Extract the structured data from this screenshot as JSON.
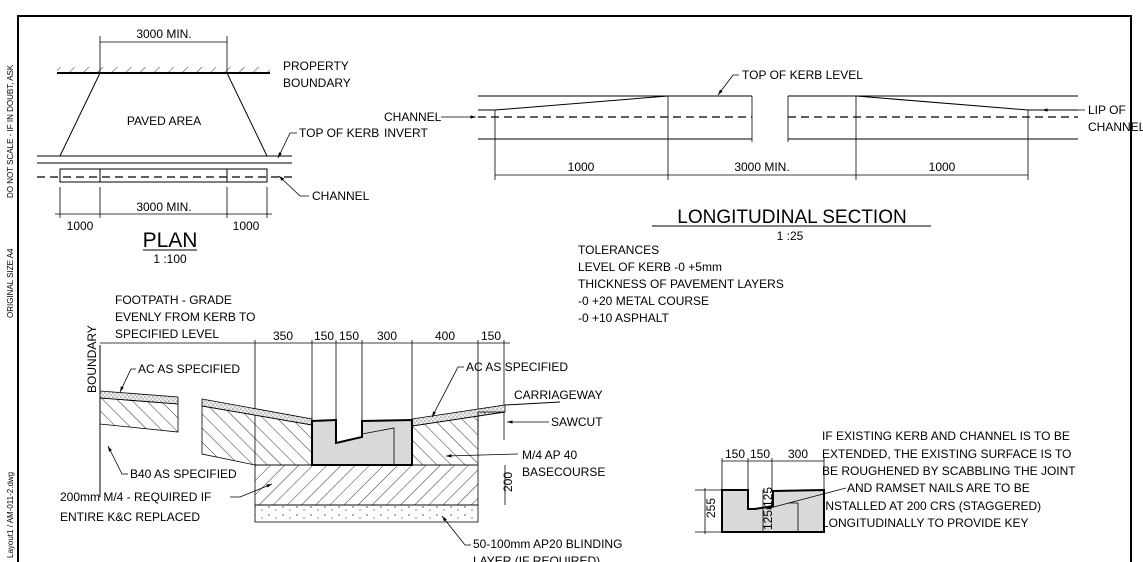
{
  "side_notes": {
    "scale_warning": "DO NOT SCALE - IF IN DOUBT, ASK",
    "original_size": "ORIGINAL SIZE A4",
    "file": "Layout1 / AM-011-2.dwg"
  },
  "plan": {
    "top_dim": "3000 MIN.",
    "property_boundary": [
      "PROPERTY",
      "BOUNDARY"
    ],
    "paved_area": "PAVED AREA",
    "top_of_kerb": "TOP OF KERB",
    "channel": "CHANNEL",
    "dims": [
      "1000",
      "3000 MIN.",
      "1000"
    ],
    "title": "PLAN",
    "scale": "1 :100"
  },
  "longitudinal": {
    "top_of_kerb_level": "TOP OF KERB LEVEL",
    "channel_invert": [
      "CHANNEL",
      "INVERT"
    ],
    "lip_of_channel": [
      "LIP OF",
      "CHANNEL"
    ],
    "dims": [
      "1000",
      "3000 MIN.",
      "1000"
    ],
    "title": "LONGITUDINAL SECTION",
    "scale": "1 :25"
  },
  "tolerances": [
    "TOLERANCES",
    "LEVEL OF KERB -0 +5mm",
    "THICKNESS OF PAVEMENT LAYERS",
    "-0 +20 METAL COURSE",
    "-0 +10 ASPHALT"
  ],
  "section": {
    "footpath_note": [
      "FOOTPATH - GRADE",
      "EVENLY FROM KERB TO",
      "SPECIFIED LEVEL"
    ],
    "dims": [
      "350",
      "150",
      "150",
      "300",
      "400",
      "150"
    ],
    "boundary": "BOUNDARY",
    "ac_left": "AC AS SPECIFIED",
    "ac_right": "AC AS SPECIFIED",
    "carriageway": "CARRIAGEWAY",
    "sawcut": "SAWCUT",
    "basecourse": [
      "M/4 AP 40",
      "BASECOURSE"
    ],
    "b40": "B40 AS SPECIFIED",
    "m4_note": [
      "200mm M/4 - REQUIRED IF",
      "ENTIRE K&C REPLACED"
    ],
    "depth_dim": "200",
    "blinding": [
      "50-100mm AP20 BLINDING",
      "LAYER (IF REQUIRED)"
    ]
  },
  "kerb_detail": {
    "dims": [
      "150",
      "150",
      "300"
    ],
    "height": "255",
    "notch_dims": [
      "125",
      "125"
    ],
    "note": [
      "IF EXISTING KERB AND CHANNEL IS TO BE",
      "EXTENDED, THE EXISTING SURFACE IS TO",
      "BE ROUGHENED BY SCABBLING THE JOINT",
      "AND RAMSET NAILS ARE TO BE",
      "INSTALLED AT 200 CRS (STAGGERED)",
      "LONGITUDINALLY TO PROVIDE KEY"
    ]
  }
}
